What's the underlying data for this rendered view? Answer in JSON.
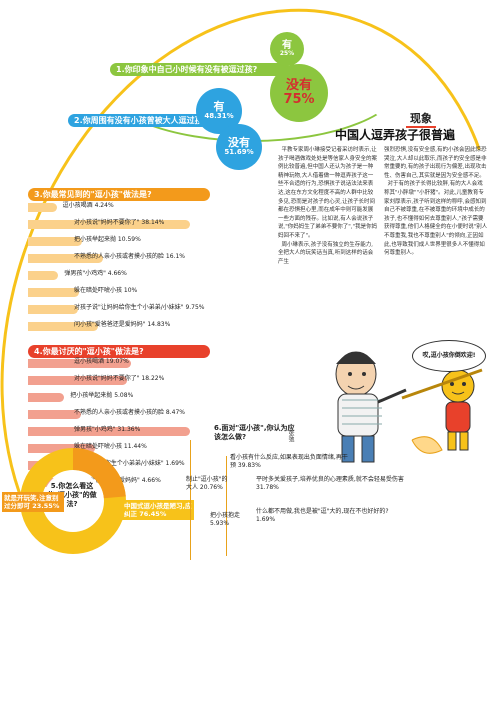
{
  "colors": {
    "q1": "#8cc63f",
    "q2": "#2ea3e0",
    "q3": "#f39a1b",
    "q4": "#e8412b",
    "q6": "#f7c21a"
  },
  "q1": {
    "question": "1.你印象中自己小时候有没有被逗过孩?",
    "yes": {
      "label": "有",
      "value": "25%"
    },
    "no": {
      "label": "没有",
      "value": "75%"
    }
  },
  "q2": {
    "question": "2.你周围有没有小孩曾被大人逗过孩?",
    "yes": {
      "label": "有",
      "value": "48.31%"
    },
    "no": {
      "label": "没有",
      "value": "51.69%"
    }
  },
  "q3": {
    "question": "3.你最常见到的\"逗小孩\"做法是?",
    "items": [
      {
        "label": "逗小孩喝酒",
        "value": "4.24%",
        "pct": 4.24
      },
      {
        "label": "对小孩说\"妈妈不要你了\"",
        "value": "38.14%",
        "pct": 38.14
      },
      {
        "label": "把小孩举起来抛",
        "value": "10.59%",
        "pct": 10.59
      },
      {
        "label": "不熟悉的人亲小孩或者摸小孩的脸",
        "value": "16.1%",
        "pct": 16.1
      },
      {
        "label": "弹男孩\"小鸡鸡\"",
        "value": "4.66%",
        "pct": 4.66
      },
      {
        "label": "躲在暗处吓唬小孩",
        "value": "10%",
        "pct": 10
      },
      {
        "label": "对孩子说\"让妈妈给你生个小弟弟/小妹妹\"",
        "value": "9.75%",
        "pct": 9.75
      },
      {
        "label": "问小孩\"爱爸爸还是爱妈妈\"",
        "value": "14.83%",
        "pct": 14.83
      }
    ]
  },
  "q4": {
    "question": "4.你最讨厌的\"逗小孩\"做法是?",
    "items": [
      {
        "label": "逗小孩喝酒",
        "value": "19.07%",
        "pct": 19.07
      },
      {
        "label": "对小孩说\"妈妈不要你了\"",
        "value": "18.22%",
        "pct": 18.22
      },
      {
        "label": "把小孩举起来抛",
        "value": "5.08%",
        "pct": 5.08
      },
      {
        "label": "不熟悉的人亲小孩或者摸小孩的脸",
        "value": "8.47%",
        "pct": 8.47
      },
      {
        "label": "弹男孩\"小鸡鸡\"",
        "value": "31.36%",
        "pct": 31.36
      },
      {
        "label": "躲在暗处吓唬小孩",
        "value": "11.44%",
        "pct": 11.44
      },
      {
        "label": "对孩子说\"让妈妈给你生个小弟弟/小妹妹\"",
        "value": "1.69%",
        "pct": 1.69
      },
      {
        "label": "问小孩\"爱爸爸还是爱妈妈\"",
        "value": "4.66%",
        "pct": 4.66
      }
    ]
  },
  "q5": {
    "question": "5.你怎么看这些\"逗小孩\"的做法?",
    "a": "就是开玩笑,注意别过分即可 23.55%",
    "b": "中国式逗小孩是陋习,应纠正 76.45%"
  },
  "q6": {
    "question": "6.面对\"逗小孩\",你认为应该怎么做?",
    "answers": [
      {
        "text": "看小孩有什么反应,如果表现出负面情绪,再干预 39.83%"
      },
      {
        "text": "制止\"逗小孩\"的大人 20.76%"
      },
      {
        "text": "把小孩抱走 5.93%"
      },
      {
        "text": "平时多关爱孩子,培养优良的心理素质,就不会轻易受伤害 31.78%"
      },
      {
        "text": "什么都不用做,我也是被\"逗\"大的,现在不也好好的? 1.69%"
      }
    ]
  },
  "article": {
    "tag": "现象",
    "headline": "中国人逗弄孩子很普遍",
    "col1": "  平教专家周小琳接受记者采访时表示,让孩子喝酒做戏处处是等信家人身安全的案例比较普遍,但中国人还认为孩子是一种精神玩物,大人借着做一种逗弄孩子这一些不合适的行为,恐惧孩子说话法法来表达,这在东方文化程度不高的人群中比较多见,恐而是对孩子的心灵,让孩子长时间都在恐惧担心里,而在成年中则可能发展一些方面的残存。比如说,有人会说孩子说,\"你妈妈生了弟弟不要你了\",\"我是你妈妈回不来了\"。\n  周小琳表示,孩子没有独立的生存能力,全把大人的玩笑话当真,听到这样的话会产生",
    "col2": "强烈恐惧,没有安全感,有的小孩会因此惊恐哭泣,大人却以此取乐,而孩子的安全感是非常重要的,有的孩子出现行为偏差,出现攻击性、伤害自己,其实就是因为安全感不足。\n  对于有的孩子长得比较胖,有的大人会戏称其\"小胖墩\"\"小肝猪\"。对此,儿童教育专家刘厚表示,孩子听到这样的称呼,会感知到自己不被尊重,在不被尊重的环境中成长的孩子,也不懂得如何去尊重别人,\"孩子需要获得尊重,他们人格健全的在小便时说\"别人不尊重我,我也不尊重别人\"的倾向,正因如此,也导致我们成人世界里很多人不懂得如何尊重别人。"
  },
  "cartoon": {
    "speech": "哎,逗小孩你倒欢迎!",
    "sign": "张弛"
  }
}
